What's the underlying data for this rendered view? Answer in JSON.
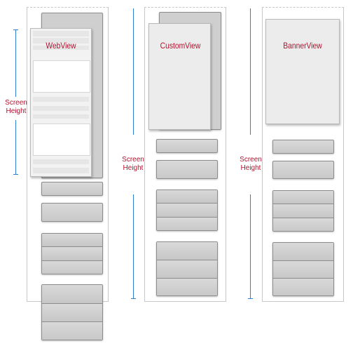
{
  "columns": [
    {
      "id": "webview",
      "title": "WebView"
    },
    {
      "id": "customview",
      "title": "CustomView"
    },
    {
      "id": "bannerview",
      "title": "BannerView"
    }
  ],
  "screen_height_label": {
    "line1": "Screen",
    "line2": "Height"
  },
  "colors": {
    "label_red": "#b3112e",
    "indicator_blue": "#2d7fcf",
    "box_gray": "#cfcfcf",
    "view_fill": "#ececec"
  }
}
